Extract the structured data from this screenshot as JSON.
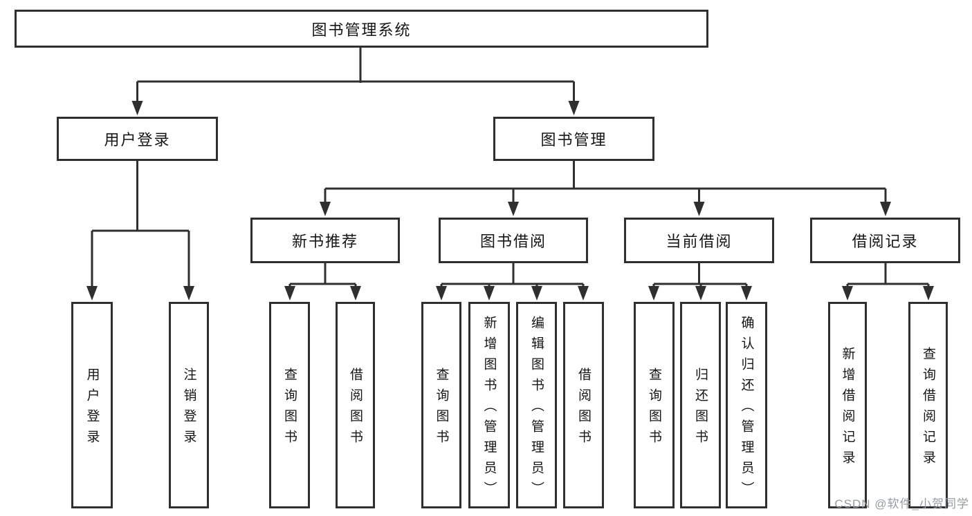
{
  "tree": {
    "label": "图书管理系统",
    "children": [
      {
        "label": "用户登录",
        "children": [
          {
            "label": "用户登录"
          },
          {
            "label": "注销登录"
          }
        ]
      },
      {
        "label": "图书管理",
        "children": [
          {
            "label": "新书推荐",
            "children": [
              {
                "label": "查询图书"
              },
              {
                "label": "借阅图书"
              }
            ]
          },
          {
            "label": "图书借阅",
            "children": [
              {
                "label": "查询图书"
              },
              {
                "label": "新增图书（管理员）"
              },
              {
                "label": "编辑图书（管理员）"
              },
              {
                "label": "借阅图书"
              }
            ]
          },
          {
            "label": "当前借阅",
            "children": [
              {
                "label": "查询图书"
              },
              {
                "label": "归还图书"
              },
              {
                "label": "确认归还（管理员）"
              }
            ]
          },
          {
            "label": "借阅记录",
            "children": [
              {
                "label": "新增借阅记录"
              },
              {
                "label": "查询借阅记录"
              }
            ]
          }
        ]
      }
    ]
  },
  "watermark": {
    "text": "CSDN @软件_小贺同学"
  },
  "colors": {
    "line": "#2f2f2f",
    "box_border": "#2f2f2f",
    "box_fill": "#ffffff",
    "text": "#151515",
    "watermark": "#989aa3",
    "background": "#ffffff"
  }
}
